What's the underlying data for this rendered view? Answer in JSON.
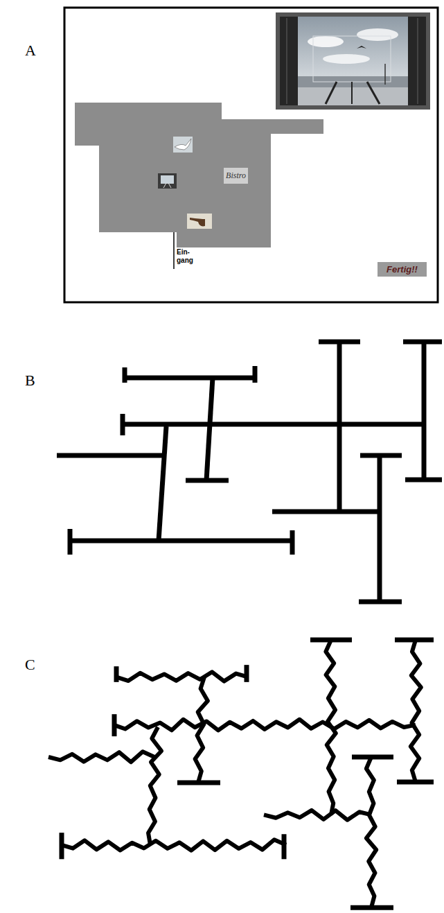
{
  "diagram": {
    "nodes": [
      {
        "text": [
          "Bistro"
        ]
      },
      {
        "text": [
          "Fertig!!"
        ]
      }
    ],
    "labels": [
      "A",
      "B",
      "C",
      "Ein- gang"
    ]
  }
}
